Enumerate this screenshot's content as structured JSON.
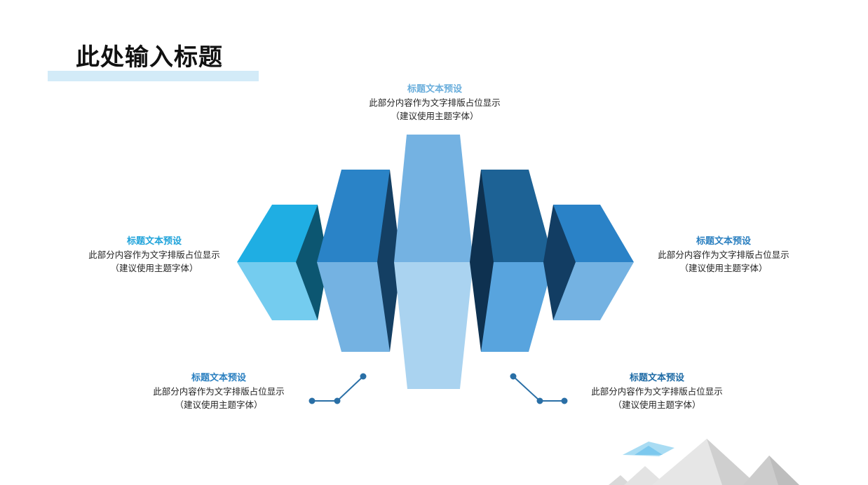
{
  "title": "此处输入标题",
  "blocks": {
    "top": {
      "heading": "标题文本预设",
      "line1": "此部分内容作为文字排版占位显示",
      "line2": "（建议使用主题字体）"
    },
    "left": {
      "heading": "标题文本预设",
      "line1": "此部分内容作为文字排版占位显示",
      "line2": "（建议使用主题字体）"
    },
    "right": {
      "heading": "标题文本预设",
      "line1": "此部分内容作为文字排版占位显示",
      "line2": "（建议使用主题字体）"
    },
    "bottom_left": {
      "heading": "标题文本预设",
      "line1": "此部分内容作为文字排版占位显示",
      "line2": "（建议使用主题字体）"
    },
    "bottom_right": {
      "heading": "标题文本预设",
      "line1": "此部分内容作为文字排版占位显示",
      "line2": "（建议使用主题字体）"
    }
  },
  "colors": {
    "heading_light": "#6aaedc",
    "heading_cyan": "#1fa3da",
    "heading_mid": "#2a7fc0",
    "heading_dark": "#1d6aa5",
    "accent_bar": "#d3ebf8",
    "connector": "#2a6fa6"
  }
}
